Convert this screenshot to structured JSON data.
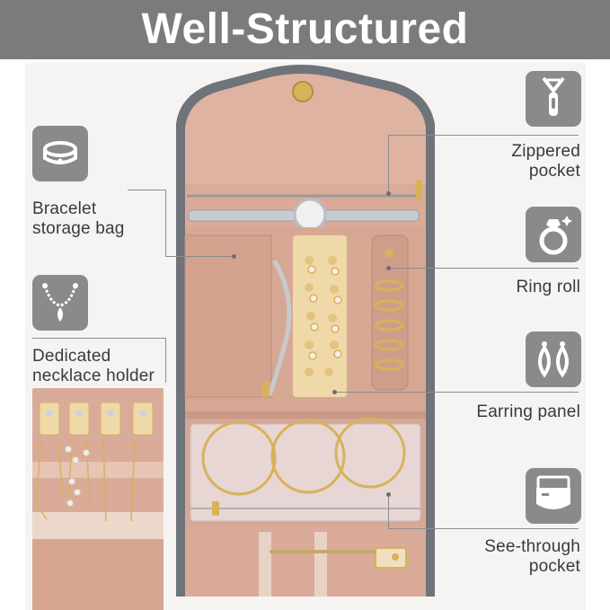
{
  "banner": {
    "title": "Well-Structured"
  },
  "callouts": {
    "bracelet": {
      "line1": "Bracelet",
      "line2": "storage bag",
      "icon": "bracelet-icon"
    },
    "necklace": {
      "line1": "Dedicated",
      "line2": "necklace holder",
      "icon": "necklace-icon"
    },
    "zipper": {
      "line1": "Zippered",
      "line2": "pocket",
      "icon": "zipper-icon"
    },
    "ring": {
      "line1": "Ring roll",
      "icon": "ring-icon"
    },
    "earring": {
      "line1": "Earring panel",
      "icon": "earring-icon"
    },
    "pocket": {
      "line1": "See-through",
      "line2": "pocket",
      "icon": "pocket-icon"
    }
  },
  "colors": {
    "banner": "#7b7b7b",
    "icon_tile": "#8a8a8a",
    "case_border": "#6f737a",
    "lining": "#d9ab98",
    "earring_panel": "#f0d9a8",
    "gold": "#d8b25a"
  }
}
